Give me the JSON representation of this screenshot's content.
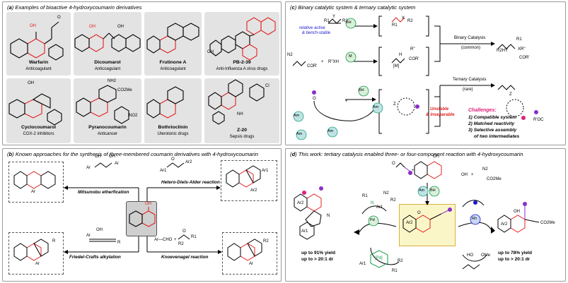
{
  "panels": {
    "a": {
      "letter": "a",
      "title": "Examples of bioactive 4-hydroxycoumarin derivatives",
      "compounds": [
        {
          "name": "Warfarin",
          "use": "Anticoagulant"
        },
        {
          "name": "Dicoumarol",
          "use": "Anticoagulant"
        },
        {
          "name": "Frutinone A",
          "use": "Anticoagulant"
        },
        {
          "name": "PB-2-39",
          "use": "Anti-Influenza A virus drugs"
        },
        {
          "name": "Cyclocoumarol",
          "use": "COX-2 inhibitors"
        },
        {
          "name": "Pyranocoumarin",
          "use": "Anticancer"
        },
        {
          "name": "Bothrioclinin",
          "use": "Uterotonic drugs"
        },
        {
          "name": "Z-20",
          "use": "Sepsis drugs"
        }
      ],
      "atoms": {
        "oh": "OH",
        "o": "O",
        "nh2": "NH2",
        "co2me": "CO2Me",
        "no2": "NO2",
        "nh": "NH",
        "cl": "Cl",
        "dimer_oh": "OH"
      }
    },
    "b": {
      "letter": "b",
      "title": "Known approaches for the synthesis of three-membered coumarin derivatives with 4-hydroxycoumarin",
      "methods": [
        "Mitsunobu etherfication",
        "Hetero-Diels-Alder reaction",
        "Friedel-Crafts alkylation",
        "Knoevenagel reaction"
      ],
      "reagents": {
        "ar": "Ar",
        "ar1": "Ar1",
        "ar2": "Ar2",
        "r": "R",
        "r1": "R1",
        "r2": "R2",
        "aldehyde": "Ar—CHO",
        "plus": "+",
        "oh": "OH",
        "o": "O"
      }
    },
    "c": {
      "letter": "c",
      "title": "Binary catalytic system & ternary catalytic system",
      "notes": {
        "stable": "relative active",
        "stable2": "& bench-stable",
        "unstable": "Unstable",
        "unstable2": "& inseparable"
      },
      "catalysts": {
        "bh": "BH",
        "m": "M",
        "am": "Am"
      },
      "binary": {
        "label": "Binary Catalysis",
        "sub": "(common)"
      },
      "ternary": {
        "label": "Ternary Catalysis",
        "sub": "(rare)"
      },
      "reagents": {
        "r1": "R1",
        "r2": "R2",
        "n2": "N2",
        "cor": "COR'",
        "rxh": "R''XH",
        "plus": "+",
        "mcat": "[M]",
        "h": "H",
        "xr": "XR''",
        "r2hy": "R2HY",
        "roc": "R'OC",
        "z": "Z",
        "o": "O",
        "x": "X",
        "y": "Y",
        "r": "R''"
      },
      "challenges": {
        "heading": "Challenges:",
        "items": [
          "1) Compatible system",
          "2) Matched reactivity",
          "3) Selective assembly",
          "of two intermediates"
        ]
      }
    },
    "d": {
      "letter": "d",
      "title": "This work: tertiary catalysis enabled three- or four-component reaction with 4-hydroxycoumarin",
      "catalysts": {
        "am": "Am",
        "bh": "BH",
        "pd": "Pd",
        "rh": "Rh",
        "pdc": "[Pd]"
      },
      "left_result": {
        "yield": "up to 91% yield",
        "dr": "up to > 20:1 dr"
      },
      "right_result": {
        "yield": "up to 78% yield",
        "dr": "up to > 20:1 dr"
      },
      "reagents": {
        "plus": "+",
        "ar1": "Ar1",
        "ar2": "Ar2",
        "r1": "R1",
        "r2": "R2",
        "n2": "N2",
        "co2me": "CO2Me",
        "ome": "OMe",
        "oh": "OH",
        "ho": "HO",
        "o": "O",
        "n": "N",
        "h": "H"
      }
    }
  },
  "colors": {
    "red": "#e02020",
    "blue": "#1a1ad0",
    "pink": "#e0207a",
    "green": "#159a4a",
    "teal": "#2aa38e",
    "purple": "#8a2fc8"
  }
}
